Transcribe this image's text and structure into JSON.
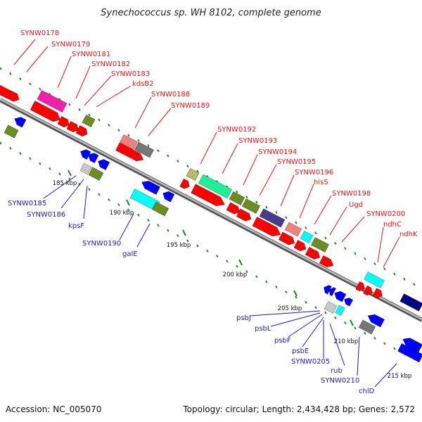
{
  "title": "Synechococcus sp. WH 8102, complete genome",
  "footer": {
    "accession": "Accession: NC_005070",
    "summary": "Topology: circular; Length: 2,434,428 bp; Genes: 2,572"
  },
  "colors": {
    "red_label": "#ee1111",
    "blue_label": "#1a1abb",
    "backbone": "#999999",
    "dots": "#228822",
    "red": "#ff0000",
    "blue": "#0000ff",
    "magenta": "#ee22aa",
    "olive": "#6b8e23",
    "pink": "#f08080",
    "gray": "#777777",
    "silver": "#c8c8c8",
    "cyan": "#00ffff",
    "khaki": "#bdb76b",
    "teal": "#22ee99",
    "slate": "#483d8b",
    "navy": "#000080"
  },
  "ticks": [
    {
      "label": "185 kbp"
    },
    {
      "label": "190 kbp"
    },
    {
      "label": "195 kbp"
    },
    {
      "label": "200 kbp"
    },
    {
      "label": "205 kbp"
    },
    {
      "label": "210 kbp"
    },
    {
      "label": "215 kbp"
    }
  ],
  "labels_top": [
    "SYNW0178",
    "SYNW0179",
    "SYNW0181",
    "SYNW0182",
    "SYNW0183",
    "kdsB2",
    "SYNW0188",
    "SYNW0189",
    "SYNW0192",
    "SYNW0193",
    "SYNW0194",
    "SYNW0195",
    "SYNW0196",
    "hisS",
    "SYNW0198",
    "Ugd",
    "SYNW0200",
    "ndhC",
    "ndhK"
  ],
  "labels_bottom": [
    "SYNW0185",
    "SYNW0186",
    "kpsF",
    "SYNW0190",
    "galE",
    "psbJ",
    "psbL",
    "psbF",
    "psbE",
    "SYNW0205",
    "rub",
    "SYNW0210",
    "chlD"
  ]
}
